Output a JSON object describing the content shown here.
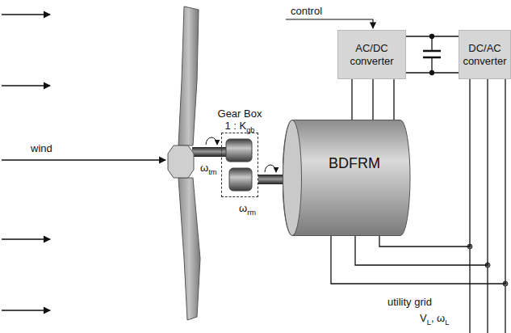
{
  "diagram": {
    "nodes": [
      {
        "text": [
          "Gear Box",
          "1 : Kgb"
        ]
      },
      {
        "text": [
          "AC/DC converter"
        ]
      },
      {
        "text": [
          "DC/AC converter"
        ]
      },
      {
        "text": [
          "BDFRM"
        ]
      }
    ],
    "edges": [
      {
        "from": 1,
        "to": 2,
        "arrow": "none"
      },
      {
        "from": 1,
        "to": 3,
        "arrow": "none"
      },
      {
        "from": 0,
        "to": 3,
        "arrow": "none"
      },
      {
        "from": 3,
        "to": 2,
        "arrow": "none"
      }
    ],
    "labels": [
      "wind",
      "ωtm",
      "ωrm",
      "control",
      "utility grid",
      "VL, ωL"
    ]
  }
}
